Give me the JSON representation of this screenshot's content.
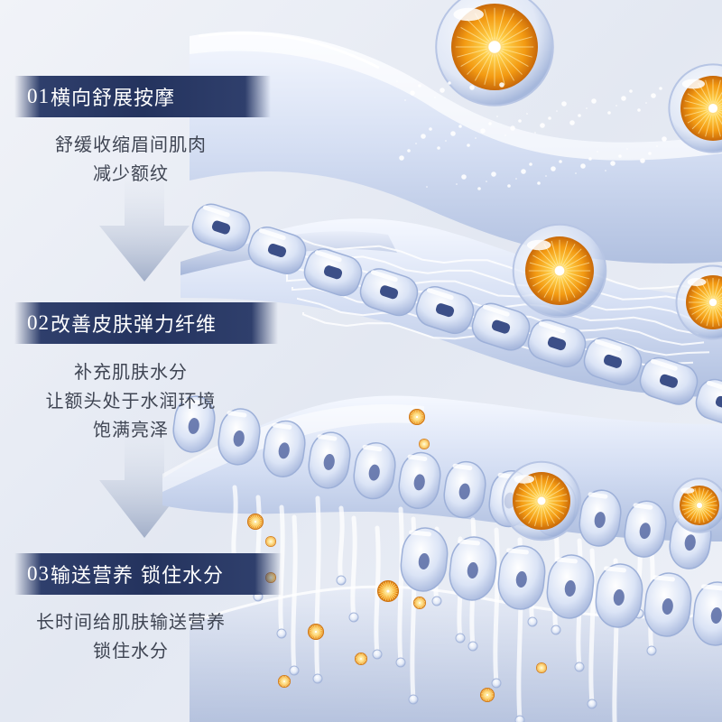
{
  "steps": [
    {
      "number": "01",
      "title": "横向舒展按摩",
      "lines": [
        "舒缓收缩眉间肌肉",
        "减少额纹"
      ]
    },
    {
      "number": "02",
      "title": "改善皮肤弹力纤维",
      "lines": [
        "补充肌肤水分",
        "让额头处于水润环境",
        "饱满亮泽"
      ]
    },
    {
      "number": "03",
      "title": "输送营养 锁住水分",
      "lines": [
        "长时间给肌肤输送营养",
        "锁住水分"
      ]
    }
  ],
  "colors": {
    "badge": "#24335e",
    "text": "#3f4553",
    "layer": "#c8d4ee",
    "essence": "#f3a21a"
  }
}
